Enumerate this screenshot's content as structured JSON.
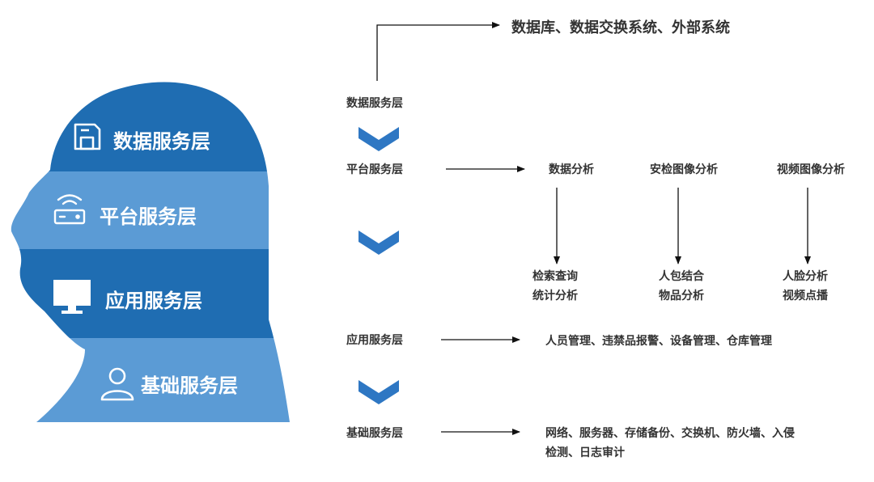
{
  "head_layers": [
    {
      "label": "数据服务层",
      "icon": "save-icon"
    },
    {
      "label": "平台服务层",
      "icon": "router-icon"
    },
    {
      "label": "应用服务层",
      "icon": "monitor-icon"
    },
    {
      "label": "基础服务层",
      "icon": "user-icon"
    }
  ],
  "flow": {
    "top_target": "数据库、数据交换系统、外部系统",
    "layers": {
      "data": "数据服务层",
      "platform": "平台服务层",
      "application": "应用服务层",
      "base": "基础服务层"
    },
    "platform_modules": [
      {
        "title": "数据分析",
        "lines": [
          "检索查询",
          "统计分析"
        ]
      },
      {
        "title": "安检图像分析",
        "lines": [
          "人包结合",
          "物品分析"
        ]
      },
      {
        "title": "视频图像分析",
        "lines": [
          "人脸分析",
          "视频点播"
        ]
      }
    ],
    "application_target": "人员管理、违禁品报警、设备管理、仓库管理",
    "base_target_lines": [
      "网络、服务器、存储备份、交换机、防火墙、入侵",
      "检测、日志审计"
    ]
  },
  "colors": {
    "dark_blue": "#1f6db2",
    "light_blue": "#5b9bd5",
    "chevron": "#2e77c3"
  }
}
